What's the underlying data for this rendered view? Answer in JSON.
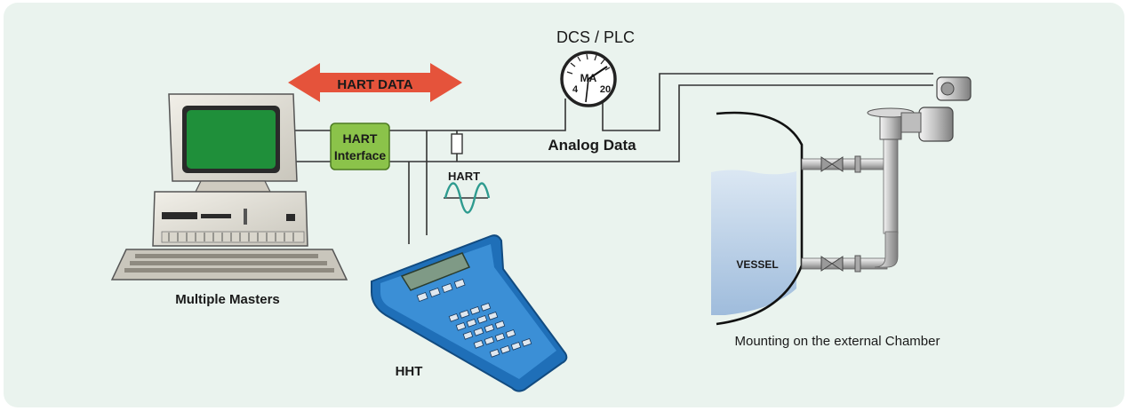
{
  "labels": {
    "hart_data": "HART DATA",
    "dcs_plc": "DCS / PLC",
    "gauge_unit": "MA",
    "gauge_low": "4",
    "gauge_high": "20",
    "analog_data": "Analog Data",
    "hart_interface_line1": "HART",
    "hart_interface_line2": "Interface",
    "hart_signal": "HART",
    "vessel": "VESSEL",
    "multiple_masters": "Multiple Masters",
    "hht": "HHT",
    "mounting": "Mounting on the external Chamber"
  },
  "colors": {
    "background": "#eaf3ee",
    "arrow": "#e5533b",
    "interface_box": "#8bc34a",
    "screen": "#1f8f3a",
    "hht_body": "#1f6fb8",
    "wave": "#2e9b8f",
    "vessel_liquid": "#b8cfe6"
  }
}
